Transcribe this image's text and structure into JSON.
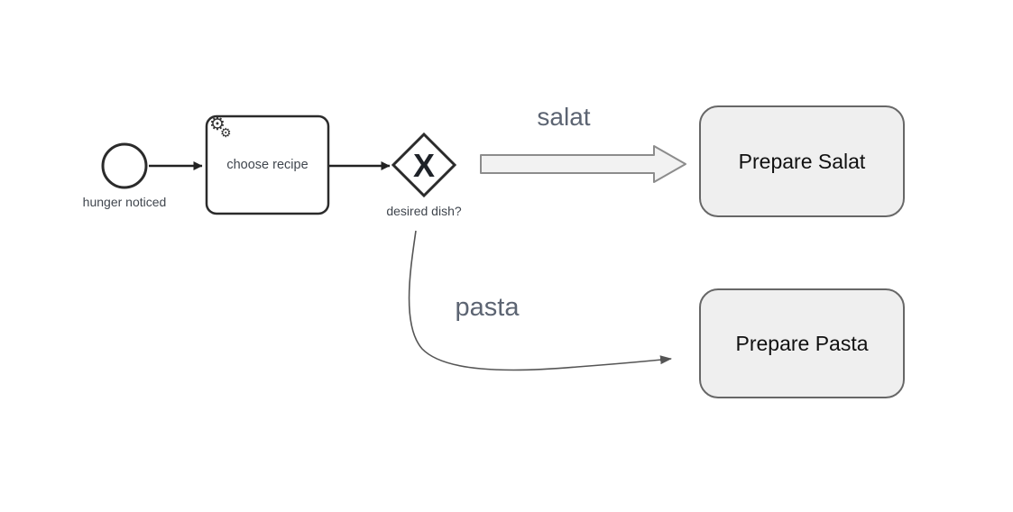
{
  "process": {
    "start_event": {
      "label": "hunger noticed"
    },
    "task_choose_recipe": {
      "label": "choose recipe"
    },
    "gateway": {
      "label": "desired dish?",
      "type_symbol": "X"
    },
    "flow_salat": {
      "label": "salat"
    },
    "flow_pasta": {
      "label": "pasta"
    },
    "task_prepare_salat": {
      "label": "Prepare Salat"
    },
    "task_prepare_pasta": {
      "label": "Prepare Pasta"
    }
  },
  "icons": {
    "service_task_gear": "⚙"
  },
  "colors": {
    "shape_stroke": "#2b2b2b",
    "sequence_flow_stroke": "#222222",
    "sketch_connector_stroke": "#555555",
    "task_fill": "#ffffff",
    "prepare_box_fill": "#efefef",
    "prepare_box_stroke": "#676767",
    "thick_arrow_fill": "#f2f2f2",
    "thick_arrow_stroke": "#8c8c8c",
    "small_label_color": "#40464e",
    "flow_label_color": "#5c6472"
  }
}
